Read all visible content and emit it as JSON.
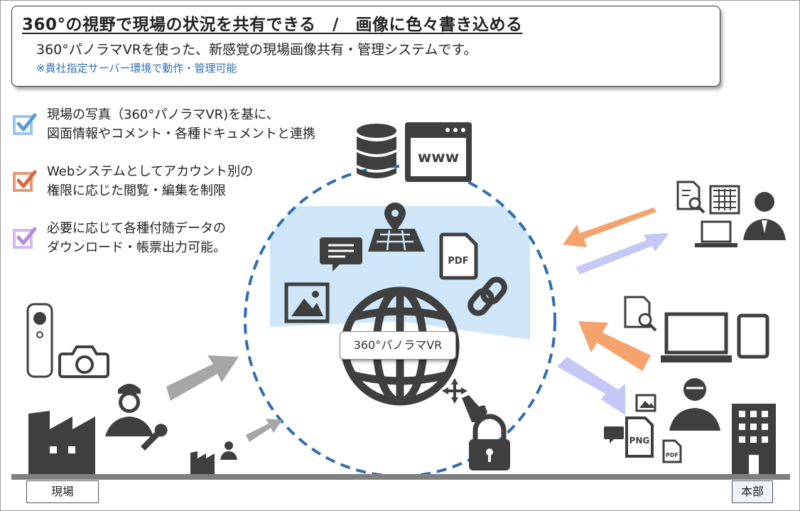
{
  "header": {
    "title": "360°の視野で現場の状況を共有できる　/　画像に色々書き込める",
    "subtitle": "360°パノラマVRを使った、新感覚の現場画像共有・管理システムです。",
    "note": "※貴社指定サーバー環境で動作・管理可能"
  },
  "features": [
    {
      "line1": "現場の写真（360°パノラマVR)を基に、",
      "line2": "図面情報やコメント・各種ドキュメントと連携",
      "color": "#5b9bd5"
    },
    {
      "line1": "Webシステムとしてアカウント別の",
      "line2": "権限に応じた閲覧・編集を制限",
      "color": "#d9683a"
    },
    {
      "line1": "必要に応じて各種付随データの",
      "line2": "ダウンロード・帳票出力可能。",
      "color": "#b48be0"
    }
  ],
  "center": {
    "label": "360°パノラマVR"
  },
  "icons": {
    "www_text": "www",
    "pdf_text": "PDF",
    "png_text": "PNG",
    "pdf_small_text": "PDF"
  },
  "locations": {
    "site": "現場",
    "hq": "本部"
  },
  "colors": {
    "dark_icon": "#3f3f3f",
    "circle_dash": "#2e6db4",
    "sky": "#cfe6f8",
    "orange": "#f5a26c",
    "lavender": "#c5c8f7",
    "gray_arrow": "#a6a6a6"
  }
}
